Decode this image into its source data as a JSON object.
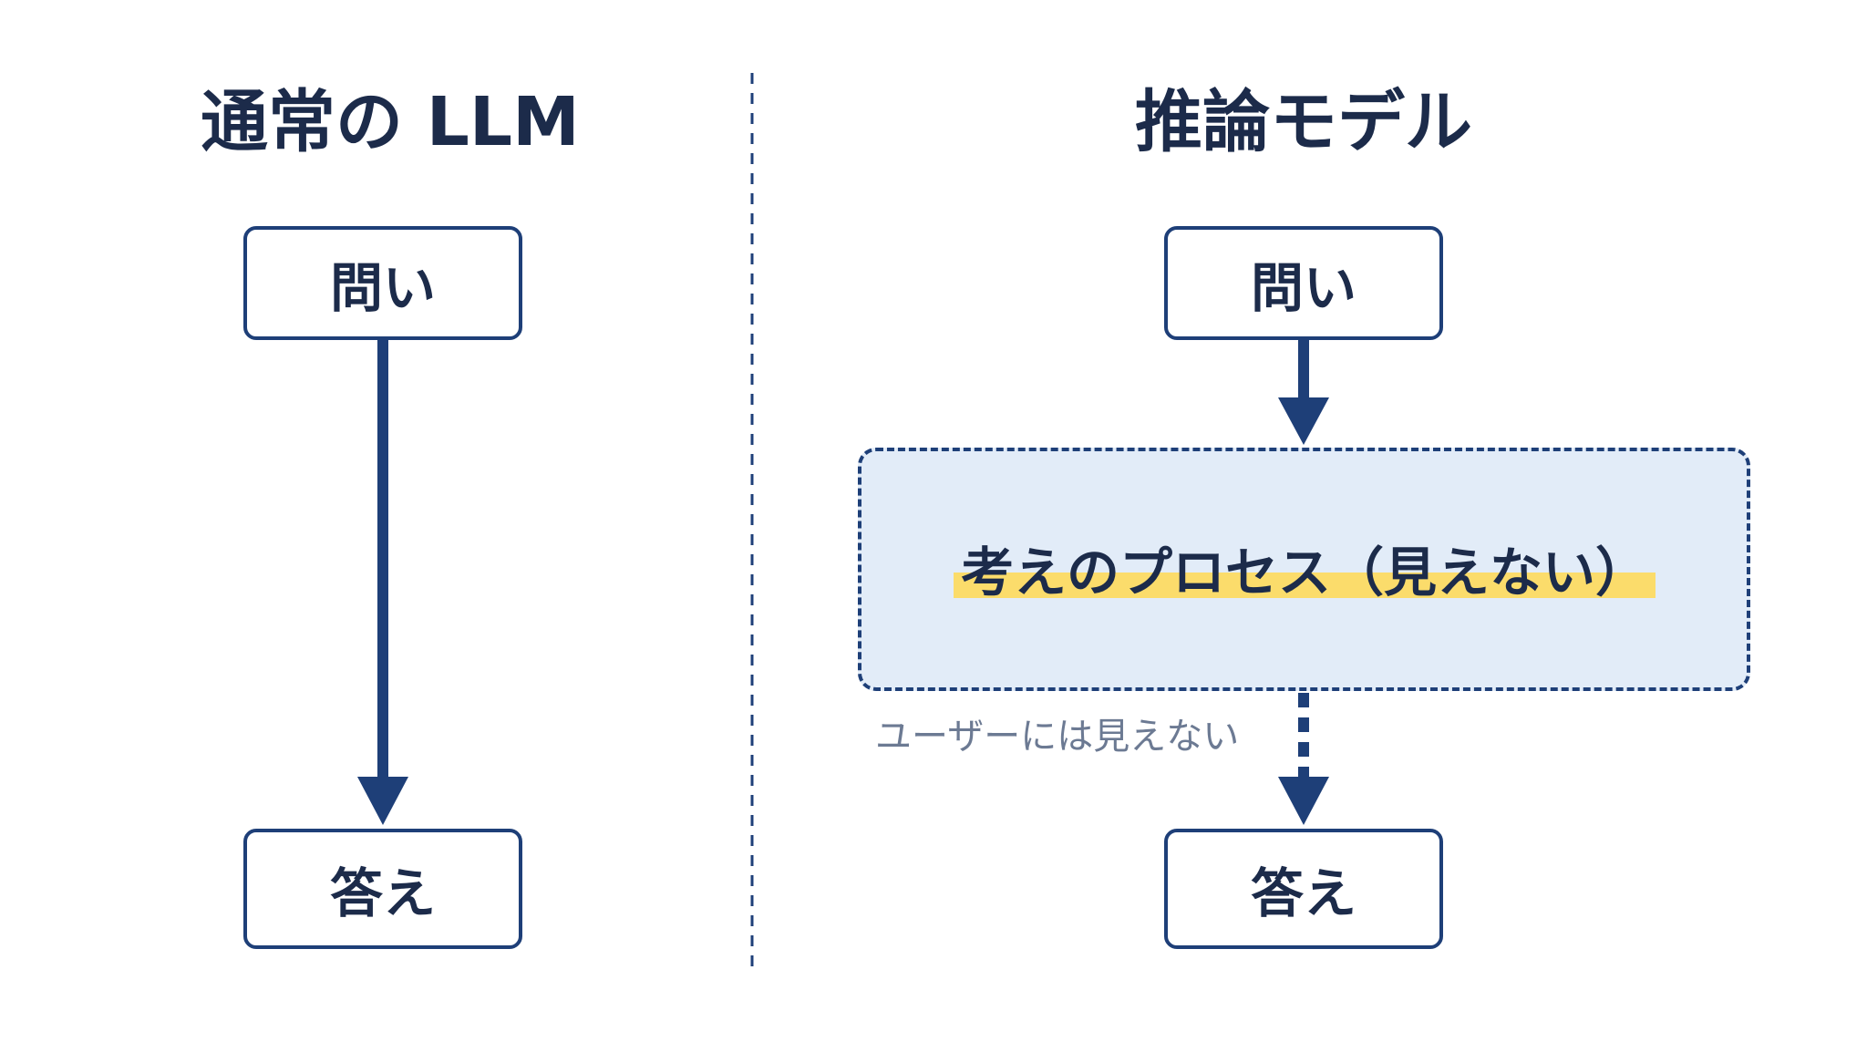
{
  "left": {
    "title": "通常の LLM",
    "question": "問い",
    "answer": "答え"
  },
  "right": {
    "title": "推論モデル",
    "question": "問い",
    "process": "考えのプロセス（見えない）",
    "hidden_note": "ユーザーには見えない",
    "answer": "答え"
  },
  "colors": {
    "navy": "#1e3f78",
    "text": "#1c2b4a",
    "process_fill": "#e2ecf8",
    "highlight": "#fbdc6b",
    "note_gray": "#6c7a93"
  }
}
